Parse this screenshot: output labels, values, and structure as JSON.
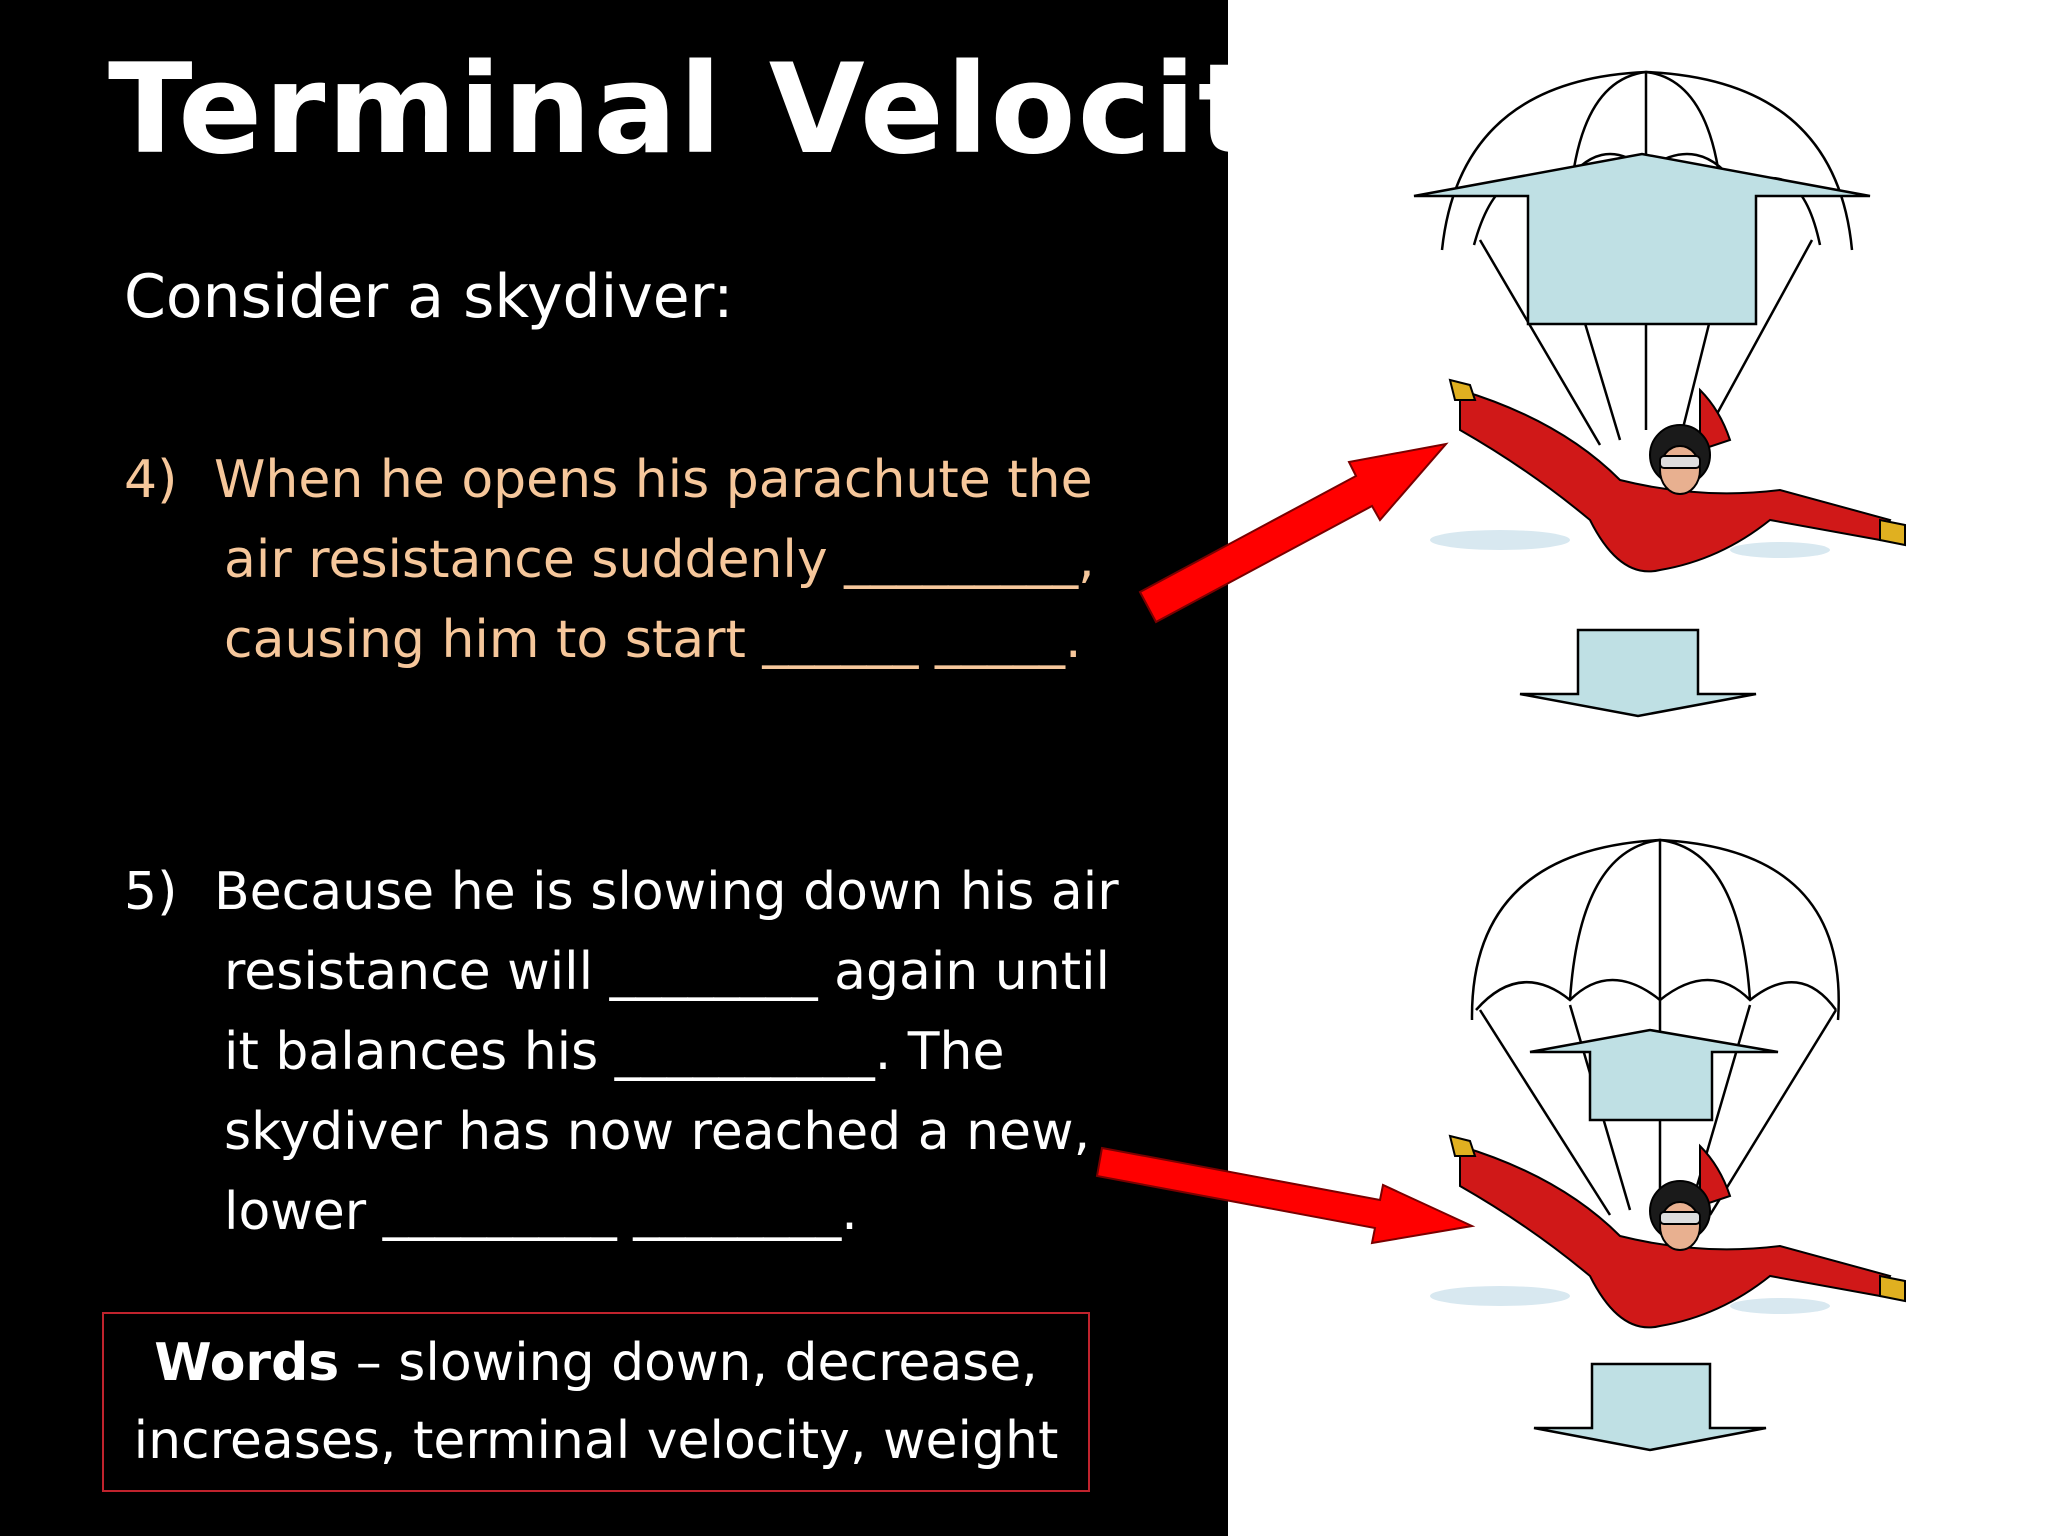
{
  "slide": {
    "title": "Terminal Velocity",
    "subtitle": "Consider a skydiver:",
    "question4": {
      "number": "4)",
      "line1": "When he opens his parachute the",
      "line2": "air resistance suddenly _________,",
      "line3": "causing him to start ______ _____."
    },
    "question5": {
      "number": "5)",
      "line1": "Because he is slowing down his air",
      "line2": "resistance will ________ again until",
      "line3": "it balances his __________.  The",
      "line4": "skydiver has now reached a new,",
      "line5": "lower _________ ________."
    },
    "word_bank": {
      "label": "Words",
      "line1_rest": " – slowing down, decrease,",
      "line2": "increases, terminal velocity, weight"
    }
  },
  "colors": {
    "panel_background": "#000000",
    "question4_text": "#f6c79b",
    "body_text": "#ffffff",
    "arrow_red": "#ff0000",
    "force_arrow_fill": "#bfe0e4",
    "suit_red": "#d01818",
    "word_box_border": "#c0232d"
  },
  "icons": [
    "parachute-canopy-icon",
    "skydiver-icon",
    "upward-force-arrow-icon",
    "downward-force-arrow-icon",
    "pointer-arrow-icon"
  ]
}
